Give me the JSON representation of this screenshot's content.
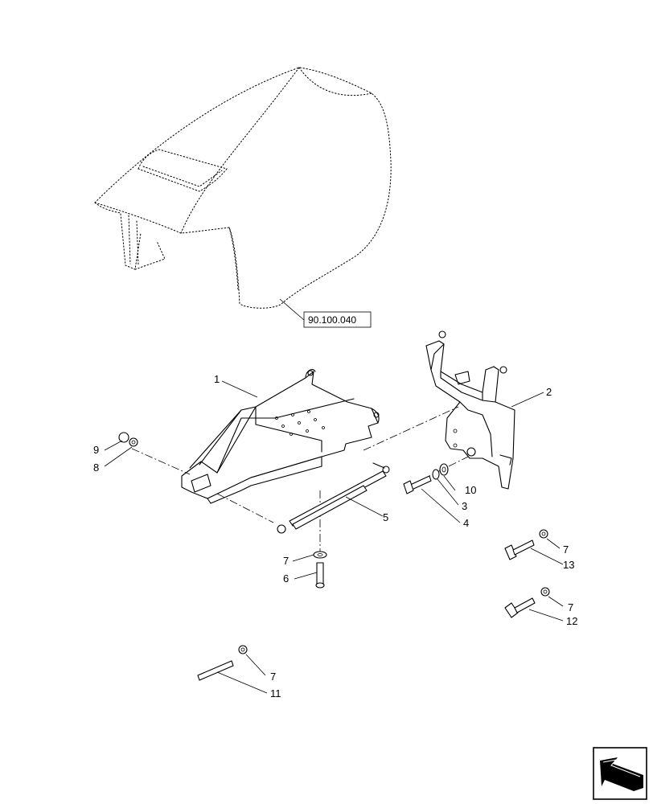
{
  "reference": {
    "label": "90.100.040"
  },
  "callouts": [
    {
      "id": "1",
      "text": "1"
    },
    {
      "id": "2",
      "text": "2"
    },
    {
      "id": "3",
      "text": "3"
    },
    {
      "id": "4",
      "text": "4"
    },
    {
      "id": "5",
      "text": "5"
    },
    {
      "id": "6",
      "text": "6"
    },
    {
      "id": "7a",
      "text": "7"
    },
    {
      "id": "7b",
      "text": "7"
    },
    {
      "id": "7c",
      "text": "7"
    },
    {
      "id": "7d",
      "text": "7"
    },
    {
      "id": "8",
      "text": "8"
    },
    {
      "id": "9",
      "text": "9"
    },
    {
      "id": "10",
      "text": "10"
    },
    {
      "id": "11",
      "text": "11"
    },
    {
      "id": "12",
      "text": "12"
    },
    {
      "id": "13",
      "text": "13"
    }
  ],
  "navigation": {
    "icon": "arrow-navigation-icon"
  }
}
